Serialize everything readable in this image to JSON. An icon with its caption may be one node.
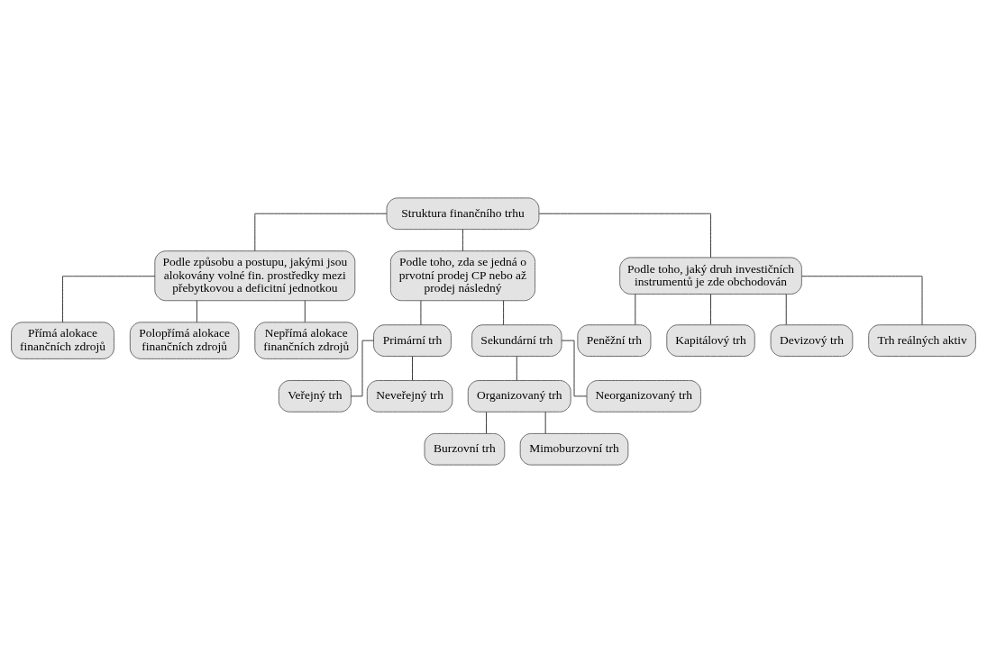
{
  "diagram": {
    "nodes": [
      {
        "text": [
          "Struktura finančního trhu"
        ]
      },
      {
        "text": [
          "Podle způsobu a postupu, jakými jsou alokovány volné fin. prostředky mezi přebytkovou a deficitní jednotkou"
        ]
      },
      {
        "text": [
          "Podle toho, zda se jedná o prvotní prodej CP nebo až prodej následný"
        ]
      },
      {
        "text": [
          "Podle toho, jaký druh investičních instrumentů je zde obchodován"
        ]
      },
      {
        "text": [
          "Přímá alokace finančních zdrojů"
        ]
      },
      {
        "text": [
          "Polopřímá alokace finančních zdrojů"
        ]
      },
      {
        "text": [
          "Nepřímá alokace finančních zdrojů"
        ]
      },
      {
        "text": [
          "Primární trh"
        ]
      },
      {
        "text": [
          "Veřejný trh"
        ]
      },
      {
        "text": [
          "Neveřejný trh"
        ]
      },
      {
        "text": [
          "Sekundární trh"
        ]
      },
      {
        "text": [
          "Organizovaný trh"
        ]
      },
      {
        "text": [
          "Burzovní trh"
        ]
      },
      {
        "text": [
          "Mimoburzovní trh"
        ]
      },
      {
        "text": [
          "Neorganizovaný trh"
        ]
      },
      {
        "text": [
          "Peněžní trh"
        ]
      },
      {
        "text": [
          "Kapitálový trh"
        ]
      },
      {
        "text": [
          "Devizový trh"
        ]
      },
      {
        "text": [
          "Trh reálných aktiv"
        ]
      }
    ],
    "edges": [
      {
        "from": 0,
        "to": 1,
        "arrow": "none"
      },
      {
        "from": 0,
        "to": 2,
        "arrow": "none"
      },
      {
        "from": 0,
        "to": 3,
        "arrow": "none"
      },
      {
        "from": 1,
        "to": 4,
        "arrow": "none"
      },
      {
        "from": 1,
        "to": 5,
        "arrow": "none"
      },
      {
        "from": 1,
        "to": 6,
        "arrow": "none"
      },
      {
        "from": 2,
        "to": 7,
        "arrow": "none"
      },
      {
        "from": 2,
        "to": 10,
        "arrow": "none"
      },
      {
        "from": 7,
        "to": 8,
        "arrow": "none"
      },
      {
        "from": 7,
        "to": 9,
        "arrow": "none"
      },
      {
        "from": 10,
        "to": 11,
        "arrow": "none"
      },
      {
        "from": 10,
        "to": 14,
        "arrow": "none"
      },
      {
        "from": 11,
        "to": 12,
        "arrow": "none"
      },
      {
        "from": 11,
        "to": 13,
        "arrow": "none"
      },
      {
        "from": 3,
        "to": 15,
        "arrow": "none"
      },
      {
        "from": 3,
        "to": 16,
        "arrow": "none"
      },
      {
        "from": 3,
        "to": 17,
        "arrow": "none"
      },
      {
        "from": 3,
        "to": 18,
        "arrow": "none"
      }
    ]
  }
}
